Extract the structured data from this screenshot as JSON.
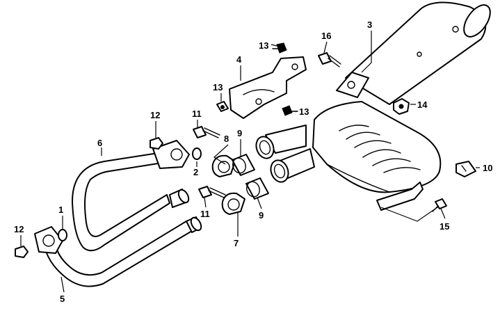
{
  "callouts": {
    "c1": "1",
    "c2": "2",
    "c3": "3",
    "c4": "4",
    "c5": "5",
    "c6": "6",
    "c7": "7",
    "c8": "8",
    "c9a": "9",
    "c9b": "9",
    "c10": "10",
    "c11a": "11",
    "c11b": "11",
    "c12a": "12",
    "c12b": "12",
    "c13a": "13",
    "c13b": "13",
    "c13c": "13",
    "c14": "14",
    "c15": "15",
    "c16": "16"
  },
  "colors": {
    "line": "#000000",
    "background": "#ffffff"
  }
}
